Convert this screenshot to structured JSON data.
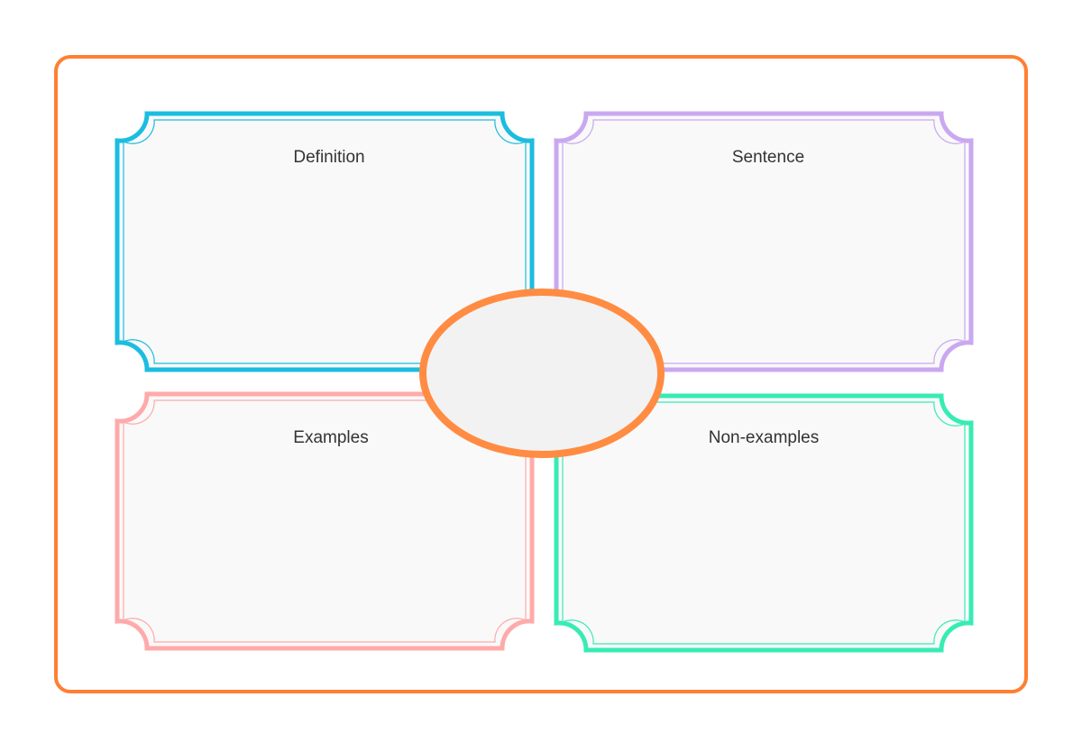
{
  "diagram": {
    "type": "frayer-model",
    "frame_color": "#FF7F32",
    "center": {
      "label": "",
      "fill": "#F2F2F2",
      "stroke": "#FF8C42"
    },
    "panels": [
      {
        "id": "definition",
        "label": "Definition",
        "color": "#1BBDE0",
        "fill": "#F9F9F9"
      },
      {
        "id": "sentence",
        "label": "Sentence",
        "color": "#C9A8F0",
        "fill": "#F9F9F9"
      },
      {
        "id": "examples",
        "label": "Examples",
        "color": "#FFAAAA",
        "fill": "#F9F9F9"
      },
      {
        "id": "non-examples",
        "label": "Non-examples",
        "color": "#37ECB4",
        "fill": "#F9F9F9"
      }
    ]
  }
}
